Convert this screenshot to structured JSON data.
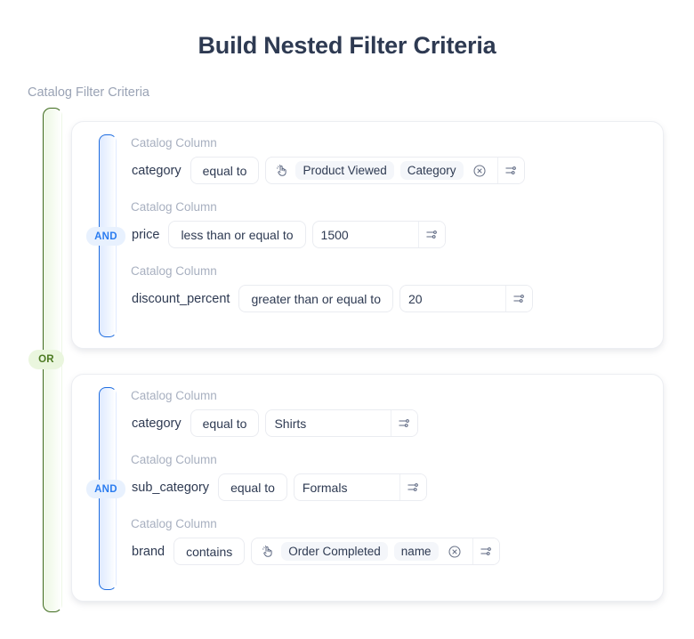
{
  "header": {
    "title": "Build Nested Filter Criteria",
    "section_label": "Catalog Filter Criteria"
  },
  "connectors": {
    "outer_operator": "OR",
    "inner_operator": "AND",
    "or_color": "#4c7a22",
    "or_rail_color": "#3f6b1f",
    "and_color": "#2b7cf0",
    "and_rail_color": "#1d6ce0"
  },
  "icons": {
    "settings": "sliders-icon",
    "clear": "clear-circle-icon",
    "tap": "tap-hand-icon"
  },
  "groups": [
    {
      "operator": "AND",
      "rows": [
        {
          "label": "Catalog Column",
          "field": "category",
          "operator": "equal to",
          "value_type": "chips",
          "chips": [
            "Product Viewed",
            "Category"
          ],
          "has_clear": true,
          "value_text": ""
        },
        {
          "label": "Catalog Column",
          "field": "price",
          "operator": "less than or equal to",
          "value_type": "text",
          "chips": [],
          "has_clear": false,
          "value_text": "1500"
        },
        {
          "label": "Catalog Column",
          "field": "discount_percent",
          "operator": "greater than or equal to",
          "value_type": "text",
          "chips": [],
          "has_clear": false,
          "value_text": "20"
        }
      ]
    },
    {
      "operator": "AND",
      "rows": [
        {
          "label": "Catalog Column",
          "field": "category",
          "operator": "equal to",
          "value_type": "text",
          "chips": [],
          "has_clear": false,
          "value_text": "Shirts"
        },
        {
          "label": "Catalog Column",
          "field": "sub_category",
          "operator": "equal to",
          "value_type": "text",
          "chips": [],
          "has_clear": false,
          "value_text": "Formals"
        },
        {
          "label": "Catalog Column",
          "field": "brand",
          "operator": "contains",
          "value_type": "chips",
          "chips": [
            "Order Completed",
            "name"
          ],
          "has_clear": true,
          "value_text": ""
        }
      ]
    }
  ]
}
